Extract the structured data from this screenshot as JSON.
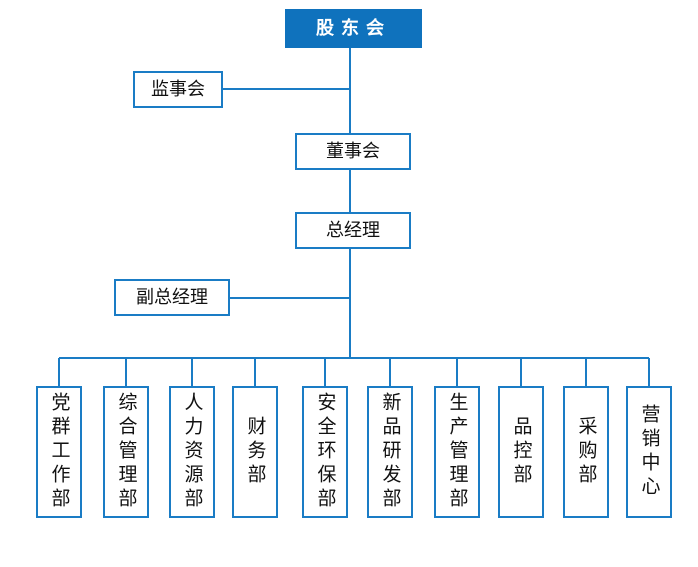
{
  "colors": {
    "accent": "#0f72bd",
    "line": "#1a7cc5"
  },
  "org": {
    "top": "股东会",
    "supervisory": "监事会",
    "board": "董事会",
    "gm": "总经理",
    "deputy_gm": "副总经理",
    "departments": [
      "党群工作部",
      "综合管理部",
      "人力资源部",
      "财务部",
      "安全环保部",
      "新品研发部",
      "生产管理部",
      "品控部",
      "采购部",
      "营销中心"
    ]
  }
}
